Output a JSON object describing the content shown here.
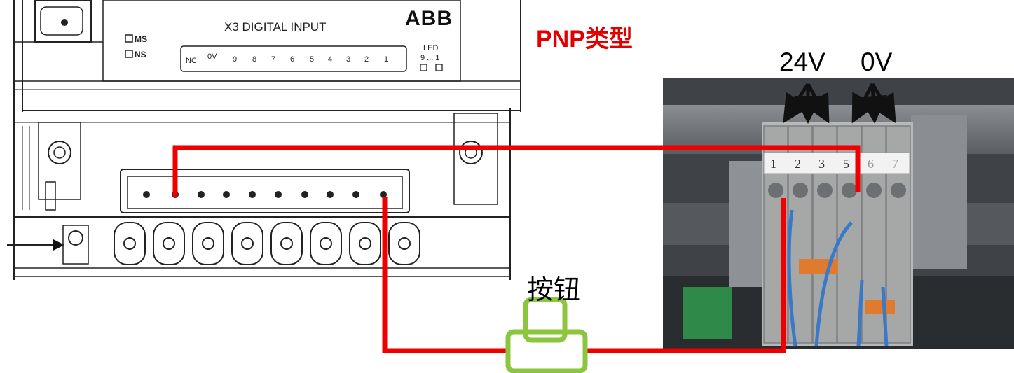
{
  "module": {
    "header": "X3 DIGITAL INPUT",
    "brand": "ABB",
    "status": [
      "MS",
      "NS"
    ],
    "led_label": "LED",
    "led_range": "9 ... 1",
    "pins": [
      "NC",
      "0V",
      "9",
      "8",
      "7",
      "6",
      "5",
      "4",
      "3",
      "2",
      "1"
    ]
  },
  "title": "PNP类型",
  "terminal_photo": {
    "labels": [
      "24V",
      "0V"
    ],
    "numbers": [
      "1",
      "2",
      "3",
      "5",
      "6",
      "7"
    ]
  },
  "button_label": "按钮",
  "colors": {
    "wire": "#ee0000",
    "title": "#e00000",
    "button": "#8cc63f",
    "drawing": "#222222"
  }
}
